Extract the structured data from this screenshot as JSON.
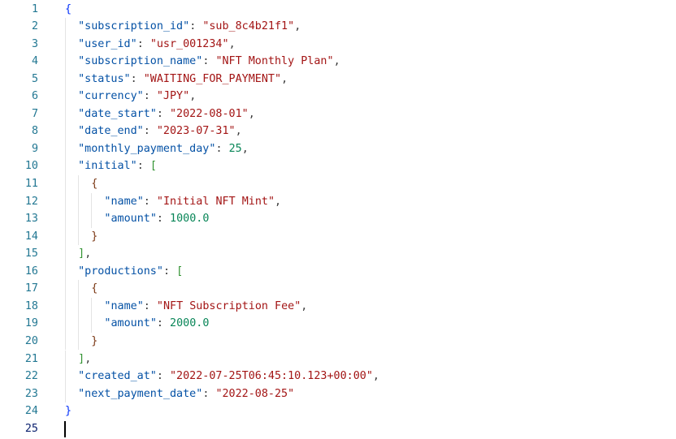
{
  "editor": {
    "language": "json",
    "cursor_line": 25,
    "lines": [
      {
        "n": "1",
        "indent": 0,
        "tokens": [
          {
            "t": "b1",
            "v": "{"
          }
        ]
      },
      {
        "n": "2",
        "indent": 1,
        "tokens": [
          {
            "t": "key",
            "v": "\"subscription_id\""
          },
          {
            "t": "punc",
            "v": ": "
          },
          {
            "t": "str",
            "v": "\"sub_8c4b21f1\""
          },
          {
            "t": "punc",
            "v": ","
          }
        ]
      },
      {
        "n": "3",
        "indent": 1,
        "tokens": [
          {
            "t": "key",
            "v": "\"user_id\""
          },
          {
            "t": "punc",
            "v": ": "
          },
          {
            "t": "str",
            "v": "\"usr_001234\""
          },
          {
            "t": "punc",
            "v": ","
          }
        ]
      },
      {
        "n": "4",
        "indent": 1,
        "tokens": [
          {
            "t": "key",
            "v": "\"subscription_name\""
          },
          {
            "t": "punc",
            "v": ": "
          },
          {
            "t": "str",
            "v": "\"NFT Monthly Plan\""
          },
          {
            "t": "punc",
            "v": ","
          }
        ]
      },
      {
        "n": "5",
        "indent": 1,
        "tokens": [
          {
            "t": "key",
            "v": "\"status\""
          },
          {
            "t": "punc",
            "v": ": "
          },
          {
            "t": "str",
            "v": "\"WAITING_FOR_PAYMENT\""
          },
          {
            "t": "punc",
            "v": ","
          }
        ]
      },
      {
        "n": "6",
        "indent": 1,
        "tokens": [
          {
            "t": "key",
            "v": "\"currency\""
          },
          {
            "t": "punc",
            "v": ": "
          },
          {
            "t": "str",
            "v": "\"JPY\""
          },
          {
            "t": "punc",
            "v": ","
          }
        ]
      },
      {
        "n": "7",
        "indent": 1,
        "tokens": [
          {
            "t": "key",
            "v": "\"date_start\""
          },
          {
            "t": "punc",
            "v": ": "
          },
          {
            "t": "str",
            "v": "\"2022-08-01\""
          },
          {
            "t": "punc",
            "v": ","
          }
        ]
      },
      {
        "n": "8",
        "indent": 1,
        "tokens": [
          {
            "t": "key",
            "v": "\"date_end\""
          },
          {
            "t": "punc",
            "v": ": "
          },
          {
            "t": "str",
            "v": "\"2023-07-31\""
          },
          {
            "t": "punc",
            "v": ","
          }
        ]
      },
      {
        "n": "9",
        "indent": 1,
        "tokens": [
          {
            "t": "key",
            "v": "\"monthly_payment_day\""
          },
          {
            "t": "punc",
            "v": ": "
          },
          {
            "t": "num",
            "v": "25"
          },
          {
            "t": "punc",
            "v": ","
          }
        ]
      },
      {
        "n": "10",
        "indent": 1,
        "tokens": [
          {
            "t": "key",
            "v": "\"initial\""
          },
          {
            "t": "punc",
            "v": ": "
          },
          {
            "t": "b2",
            "v": "["
          }
        ]
      },
      {
        "n": "11",
        "indent": 2,
        "tokens": [
          {
            "t": "b3",
            "v": "{"
          }
        ]
      },
      {
        "n": "12",
        "indent": 3,
        "tokens": [
          {
            "t": "key",
            "v": "\"name\""
          },
          {
            "t": "punc",
            "v": ": "
          },
          {
            "t": "str",
            "v": "\"Initial NFT Mint\""
          },
          {
            "t": "punc",
            "v": ","
          }
        ]
      },
      {
        "n": "13",
        "indent": 3,
        "tokens": [
          {
            "t": "key",
            "v": "\"amount\""
          },
          {
            "t": "punc",
            "v": ": "
          },
          {
            "t": "num",
            "v": "1000.0"
          }
        ]
      },
      {
        "n": "14",
        "indent": 2,
        "tokens": [
          {
            "t": "b3",
            "v": "}"
          }
        ]
      },
      {
        "n": "15",
        "indent": 1,
        "tokens": [
          {
            "t": "b2",
            "v": "]"
          },
          {
            "t": "punc",
            "v": ","
          }
        ]
      },
      {
        "n": "16",
        "indent": 1,
        "tokens": [
          {
            "t": "key",
            "v": "\"productions\""
          },
          {
            "t": "punc",
            "v": ": "
          },
          {
            "t": "b2",
            "v": "["
          }
        ]
      },
      {
        "n": "17",
        "indent": 2,
        "tokens": [
          {
            "t": "b3",
            "v": "{"
          }
        ]
      },
      {
        "n": "18",
        "indent": 3,
        "tokens": [
          {
            "t": "key",
            "v": "\"name\""
          },
          {
            "t": "punc",
            "v": ": "
          },
          {
            "t": "str",
            "v": "\"NFT Subscription Fee\""
          },
          {
            "t": "punc",
            "v": ","
          }
        ]
      },
      {
        "n": "19",
        "indent": 3,
        "tokens": [
          {
            "t": "key",
            "v": "\"amount\""
          },
          {
            "t": "punc",
            "v": ": "
          },
          {
            "t": "num",
            "v": "2000.0"
          }
        ]
      },
      {
        "n": "20",
        "indent": 2,
        "tokens": [
          {
            "t": "b3",
            "v": "}"
          }
        ]
      },
      {
        "n": "21",
        "indent": 1,
        "tokens": [
          {
            "t": "b2",
            "v": "]"
          },
          {
            "t": "punc",
            "v": ","
          }
        ]
      },
      {
        "n": "22",
        "indent": 1,
        "tokens": [
          {
            "t": "key",
            "v": "\"created_at\""
          },
          {
            "t": "punc",
            "v": ": "
          },
          {
            "t": "str",
            "v": "\"2022-07-25T06:45:10.123+00:00\""
          },
          {
            "t": "punc",
            "v": ","
          }
        ]
      },
      {
        "n": "23",
        "indent": 1,
        "tokens": [
          {
            "t": "key",
            "v": "\"next_payment_date\""
          },
          {
            "t": "punc",
            "v": ": "
          },
          {
            "t": "str",
            "v": "\"2022-08-25\""
          }
        ]
      },
      {
        "n": "24",
        "indent": 0,
        "tokens": [
          {
            "t": "b1",
            "v": "}"
          }
        ]
      },
      {
        "n": "25",
        "indent": 0,
        "tokens": []
      }
    ]
  }
}
